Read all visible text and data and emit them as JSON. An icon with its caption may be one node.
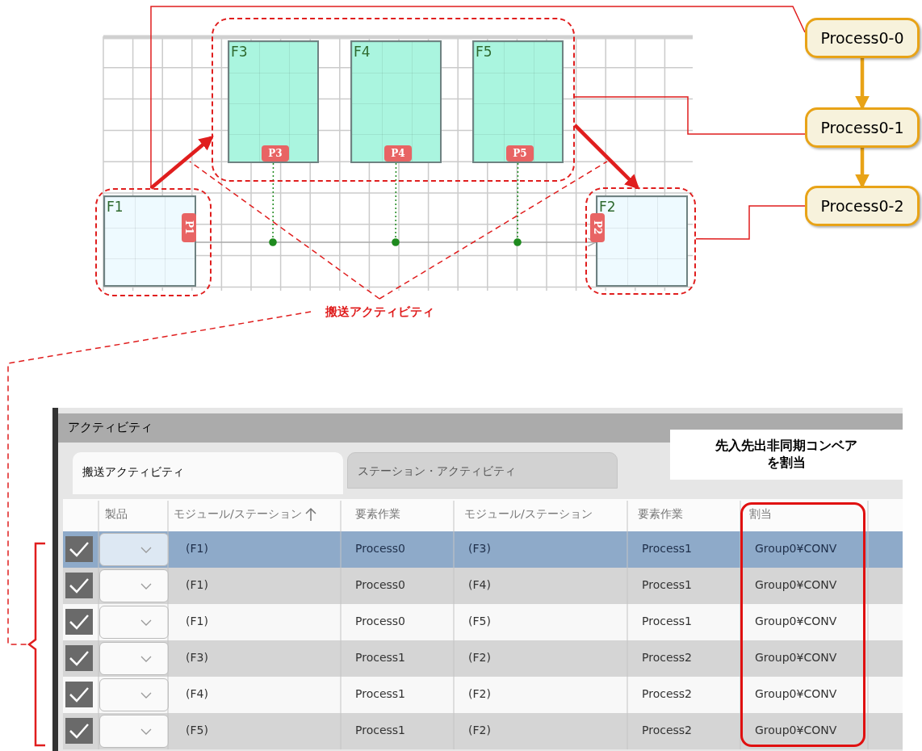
{
  "diagram": {
    "nodes": [
      {
        "text": [],
        "shape": "box"
      },
      {
        "text": [
          "F1",
          "P1"
        ],
        "in": 0
      },
      {
        "text": [],
        "shape": "box"
      },
      {
        "text": [
          "F3",
          "P3"
        ],
        "in": 2
      },
      {
        "text": [
          "F4",
          "P4"
        ],
        "in": 2
      },
      {
        "text": [
          "F5",
          "P5"
        ],
        "in": 2
      },
      {
        "text": [],
        "shape": "box"
      },
      {
        "text": [
          "F2",
          "P2"
        ],
        "in": 6
      },
      {
        "text": [
          "Process0-0"
        ]
      },
      {
        "text": [
          "Process0-1"
        ]
      },
      {
        "text": [
          "Process0-2"
        ]
      },
      {
        "text": [
          "搬送アクティビティ"
        ]
      },
      {
        "text": [],
        "shape": "bracket"
      },
      {
        "text": [
          "先入先出非同期コンベアを割当"
        ]
      }
    ],
    "edges": [
      {
        "from": 8,
        "to": 0,
        "arrow": "none"
      },
      {
        "from": 9,
        "to": 2,
        "arrow": "none"
      },
      {
        "from": 10,
        "to": 6,
        "arrow": "none"
      },
      {
        "from": 8,
        "to": 9,
        "arrow": "to",
        "style": "thick",
        "color": "#e8a317"
      },
      {
        "from": 9,
        "to": 10,
        "arrow": "to",
        "style": "thick",
        "color": "#e8a317"
      },
      {
        "from": 0,
        "to": 2,
        "arrow": "to",
        "style": "thick"
      },
      {
        "from": 2,
        "to": 6,
        "arrow": "to",
        "style": "thick"
      },
      {
        "from": 1,
        "to": 7,
        "arrow": "to",
        "color": "#a8a8a8"
      },
      {
        "from": 3,
        "to": null,
        "arrow": "other",
        "style": "dashed",
        "color": "#1e8a1e"
      },
      {
        "from": 4,
        "to": null,
        "arrow": "other",
        "style": "dashed",
        "color": "#1e8a1e"
      },
      {
        "from": 5,
        "to": null,
        "arrow": "other",
        "style": "dashed",
        "color": "#1e8a1e"
      },
      {
        "from": 11,
        "to": null,
        "arrow": "none",
        "style": "dashed"
      },
      {
        "from": 11,
        "to": null,
        "arrow": "none",
        "style": "dashed"
      },
      {
        "from": 11,
        "to": 12,
        "arrow": "none",
        "style": "dashed"
      }
    ],
    "labels": [
      "アクティビティ",
      "搬送アクティビティ",
      "ステーション・アクティビティ",
      "製品",
      "モジュール/ステーション",
      "要素作業",
      "モジュール/ステーション",
      "要素作業",
      "割当",
      "(F1)",
      "Process0",
      "(F3)",
      "Process1",
      "Group0¥CONV",
      "(F1)",
      "Process0",
      "(F4)",
      "Process1",
      "Group0¥CONV",
      "(F1)",
      "Process0",
      "(F5)",
      "Process1",
      "Group0¥CONV",
      "(F3)",
      "Process1",
      "(F2)",
      "Process2",
      "Group0¥CONV",
      "(F4)",
      "Process1",
      "(F2)",
      "Process2",
      "Group0¥CONV",
      "(F5)",
      "Process1",
      "(F2)",
      "Process2",
      "Group0¥CONV"
    ]
  }
}
